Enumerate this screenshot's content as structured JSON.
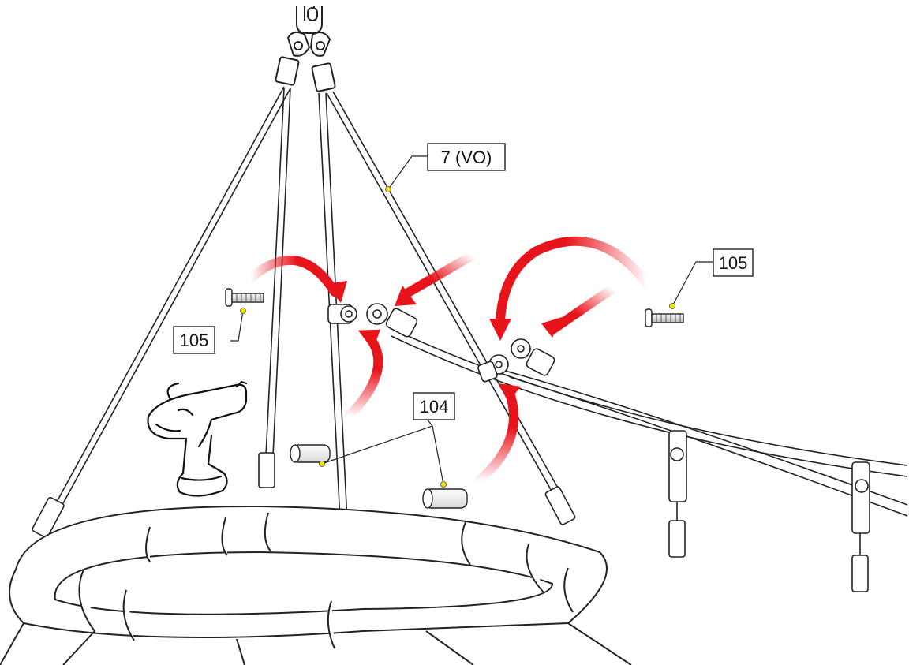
{
  "callouts": {
    "rope": "7 (VO)",
    "screw_left": "105",
    "screw_right": "105",
    "sleeve": "104"
  },
  "icons": [
    "cordless-drill-icon",
    "red-arrow-icon"
  ],
  "colors": {
    "arrow": "#e8141b",
    "line": "#222222",
    "leader_dot": "#f2e600",
    "background": "#ffffff"
  }
}
